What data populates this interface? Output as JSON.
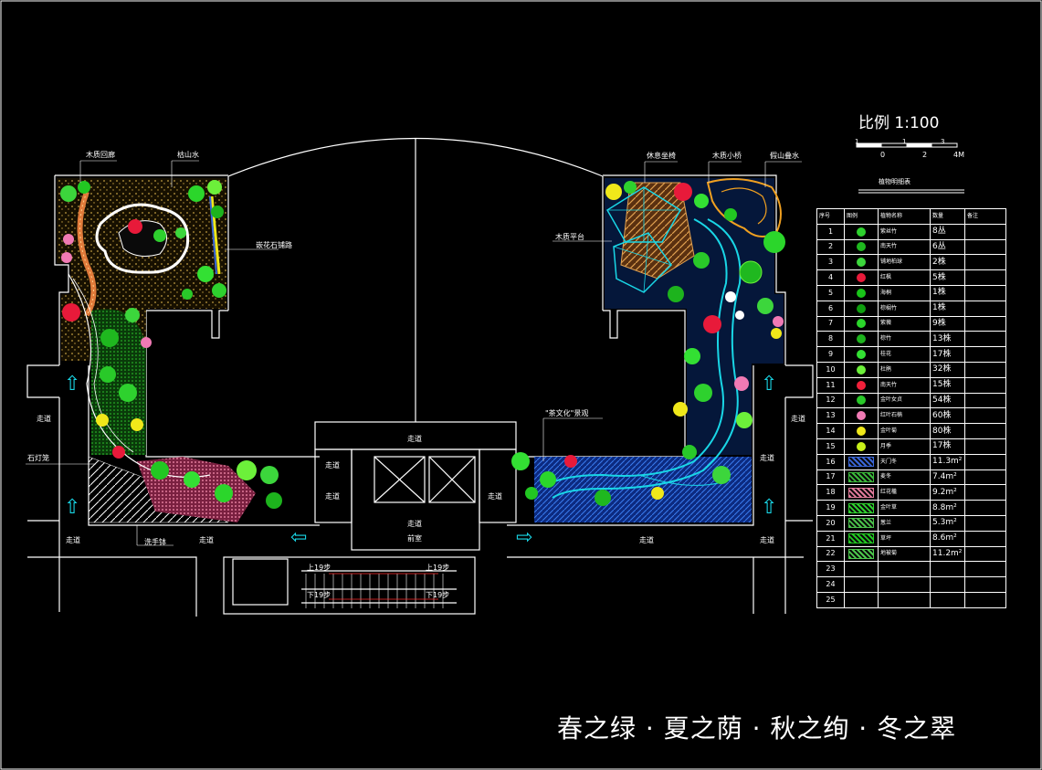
{
  "scale": {
    "title": "比例   1:100",
    "bar_top": [
      "1",
      "1",
      "3"
    ],
    "bar_bottom": [
      "0",
      "2",
      "4M"
    ]
  },
  "legend": {
    "title": "植物明细表",
    "headers": [
      "序号",
      "图例",
      "植物名称",
      "数量",
      "备注"
    ],
    "rows": [
      {
        "no": "1",
        "name": "紫丝竹",
        "qty": "8丛",
        "color": "#2ed12e",
        "kind": "plant"
      },
      {
        "no": "2",
        "name": "南天竹",
        "qty": "6丛",
        "color": "#1fb81f",
        "kind": "plant"
      },
      {
        "no": "3",
        "name": "铺地柏球",
        "qty": "2株",
        "color": "#3cd63c",
        "kind": "plant"
      },
      {
        "no": "4",
        "name": "红枫",
        "qty": "5株",
        "color": "#e81a3a",
        "kind": "plant"
      },
      {
        "no": "5",
        "name": "海桐",
        "qty": "1株",
        "color": "#19c419",
        "kind": "plant"
      },
      {
        "no": "6",
        "name": "棕榈竹",
        "qty": "1株",
        "color": "#0e9e0e",
        "kind": "plant"
      },
      {
        "no": "7",
        "name": "紫薇",
        "qty": "9株",
        "color": "#2bd62b",
        "kind": "plant"
      },
      {
        "no": "8",
        "name": "棕竹",
        "qty": "13株",
        "color": "#1db31d",
        "kind": "plant"
      },
      {
        "no": "9",
        "name": "桂花",
        "qty": "17株",
        "color": "#33e033",
        "kind": "plant"
      },
      {
        "no": "10",
        "name": "杜鹃",
        "qty": "32株",
        "color": "#6cf03a",
        "kind": "plant"
      },
      {
        "no": "11",
        "name": "南天竹",
        "qty": "15株",
        "color": "#f0203a",
        "kind": "plant"
      },
      {
        "no": "12",
        "name": "金叶女贞",
        "qty": "54株",
        "color": "#29c929",
        "kind": "plant"
      },
      {
        "no": "13",
        "name": "红叶石楠",
        "qty": "60株",
        "color": "#f07ab4",
        "kind": "plant"
      },
      {
        "no": "14",
        "name": "金叶菊",
        "qty": "80株",
        "color": "#f0e81a",
        "kind": "plant"
      },
      {
        "no": "15",
        "name": "月季",
        "qty": "17株",
        "color": "#c8f01a",
        "kind": "plant"
      },
      {
        "no": "16",
        "name": "天门冬",
        "qty": "11.3m²",
        "color": "#3a66d8",
        "kind": "hatch"
      },
      {
        "no": "17",
        "name": "麦冬",
        "qty": "7.4m²",
        "color": "#3ab83a",
        "kind": "hatch"
      },
      {
        "no": "18",
        "name": "红花檵",
        "qty": "9.2m²",
        "color": "#e07a9a",
        "kind": "hatch"
      },
      {
        "no": "19",
        "name": "金叶草",
        "qty": "8.8m²",
        "color": "#2ecf2e",
        "kind": "hatch"
      },
      {
        "no": "20",
        "name": "葱兰",
        "qty": "5.3m²",
        "color": "#4ac04a",
        "kind": "hatch"
      },
      {
        "no": "21",
        "name": "草坪",
        "qty": "8.6m²",
        "color": "#22c722",
        "kind": "hatch"
      },
      {
        "no": "22",
        "name": "地被菊",
        "qty": "11.2m²",
        "color": "#4cc84c",
        "kind": "hatch"
      },
      {
        "no": "23",
        "name": "",
        "qty": "",
        "color": "",
        "kind": "empty"
      },
      {
        "no": "24",
        "name": "",
        "qty": "",
        "color": "",
        "kind": "empty"
      },
      {
        "no": "25",
        "name": "",
        "qty": "",
        "color": "",
        "kind": "empty"
      }
    ]
  },
  "labels": {
    "wood_corridor": "木质回廊",
    "rockery_water": "枯山水",
    "stone_path": "嵌花石铺路",
    "lantern": "石灯笼",
    "wash_basin": "洗手钵",
    "rest_chair": "休息坐椅",
    "wood_bridge": "木质小桥",
    "rockery_pond": "假山叠水",
    "wood_deck": "木质平台",
    "tea_view": "\"茶文化\"景观",
    "corridor": "走道",
    "front_room": "前室",
    "up19a": "上19步",
    "up19b": "上19步",
    "down19a": "下19步",
    "down19b": "下19步"
  },
  "footer": "春之绿 · 夏之荫 · 秋之绚 · 冬之翠"
}
